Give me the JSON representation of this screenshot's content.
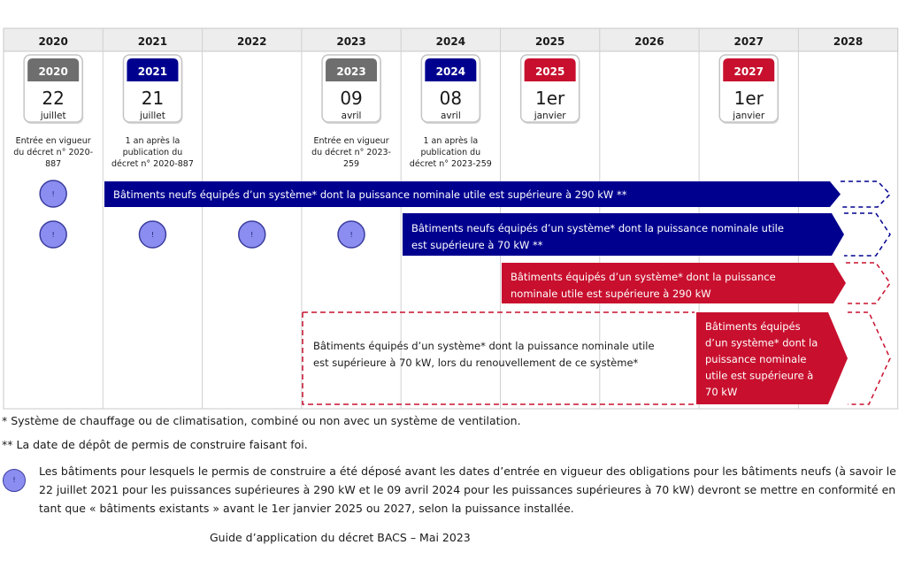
{
  "years": [
    "2020",
    "2021",
    "2022",
    "2023",
    "2024",
    "2025",
    "2026",
    "2027",
    "2028"
  ],
  "calendars": [
    {
      "col": 0,
      "year": "2020",
      "day": "22",
      "month": "juillet",
      "color": "#6e6e6e",
      "caption": [
        "Entrée en vigueur",
        "du décret n° 2020-",
        "887"
      ]
    },
    {
      "col": 1,
      "year": "2021",
      "day": "21",
      "month": "juillet",
      "color": "#00008f",
      "caption": [
        "1 an après la",
        "publication du",
        "décret n° 2020-887"
      ]
    },
    {
      "col": 3,
      "year": "2023",
      "day": "09",
      "month": "avril",
      "color": "#6e6e6e",
      "caption": [
        "Entrée en vigueur",
        "du décret n° 2023-",
        "259"
      ]
    },
    {
      "col": 4,
      "year": "2024",
      "day": "08",
      "month": "avril",
      "color": "#00008f",
      "caption": [
        "1 an après la",
        "publication du",
        "décret n° 2023-259"
      ]
    },
    {
      "col": 5,
      "year": "2025",
      "day": "1er",
      "month": "janvier",
      "color": "#c8102e",
      "caption": []
    },
    {
      "col": 7,
      "year": "2027",
      "day": "1er",
      "month": "janvier",
      "color": "#c8102e",
      "caption": []
    }
  ],
  "info_icons": {
    "glyph": "!",
    "row1": [
      0
    ],
    "row2": [
      0,
      1,
      2,
      3
    ]
  },
  "bars": [
    {
      "id": "bar-new-290",
      "color": "#00008f",
      "from": "2021-01",
      "to": "2028",
      "lines": [
        "Bâtiments neufs équipés d’un système* dont la puissance nominale utile est supérieure à 290 kW **"
      ]
    },
    {
      "id": "bar-new-70",
      "color": "#00008f",
      "from": "2024-01",
      "to": "2028",
      "lines": [
        "Bâtiments neufs équipés d’un système* dont la puissance nominale utile",
        "est supérieure à 70 kW **"
      ]
    },
    {
      "id": "bar-existing-290",
      "color": "#c8102e",
      "from": "2025-01",
      "to": "2028",
      "lines": [
        "Bâtiments équipés d’un système* dont la puissance",
        "nominale utile est supérieure à 290 kW"
      ]
    },
    {
      "id": "bar-renewal-70",
      "color": "#c8102e",
      "style": "dashed",
      "lines": [
        "Bâtiments équipés d’un système* dont la puissance nominale utile",
        "est supérieure à 70 kW, lors du renouvellement de ce système*"
      ]
    },
    {
      "id": "bar-existing-70",
      "color": "#c8102e",
      "from": "2027-01",
      "to": "2028",
      "lines": [
        "Bâtiments équipés",
        "d’un système* dont la",
        "puissance nominale",
        "utile est supérieure à",
        "70 kW"
      ]
    }
  ],
  "footnotes": {
    "system": "* Système de chauffage ou de climatisation, combiné ou non avec un système de ventilation.",
    "permit": "** La date de dépôt de permis de construire faisant foi.",
    "legend": "Les bâtiments pour lesquels le permis de construire a été déposé avant les dates d’entrée en vigueur des obligations pour les bâtiments neufs (à savoir le 22 juillet 2021 pour les puissances supérieures à 290 kW et le 09 avril 2024 pour les puissances supérieures à 70 kW) devront se mettre en conformité en tant que « bâtiments existants » avant le 1er janvier 2025 ou 2027, selon la puissance installée."
  },
  "credit": "Guide d’application du décret BACS – Mai 2023"
}
